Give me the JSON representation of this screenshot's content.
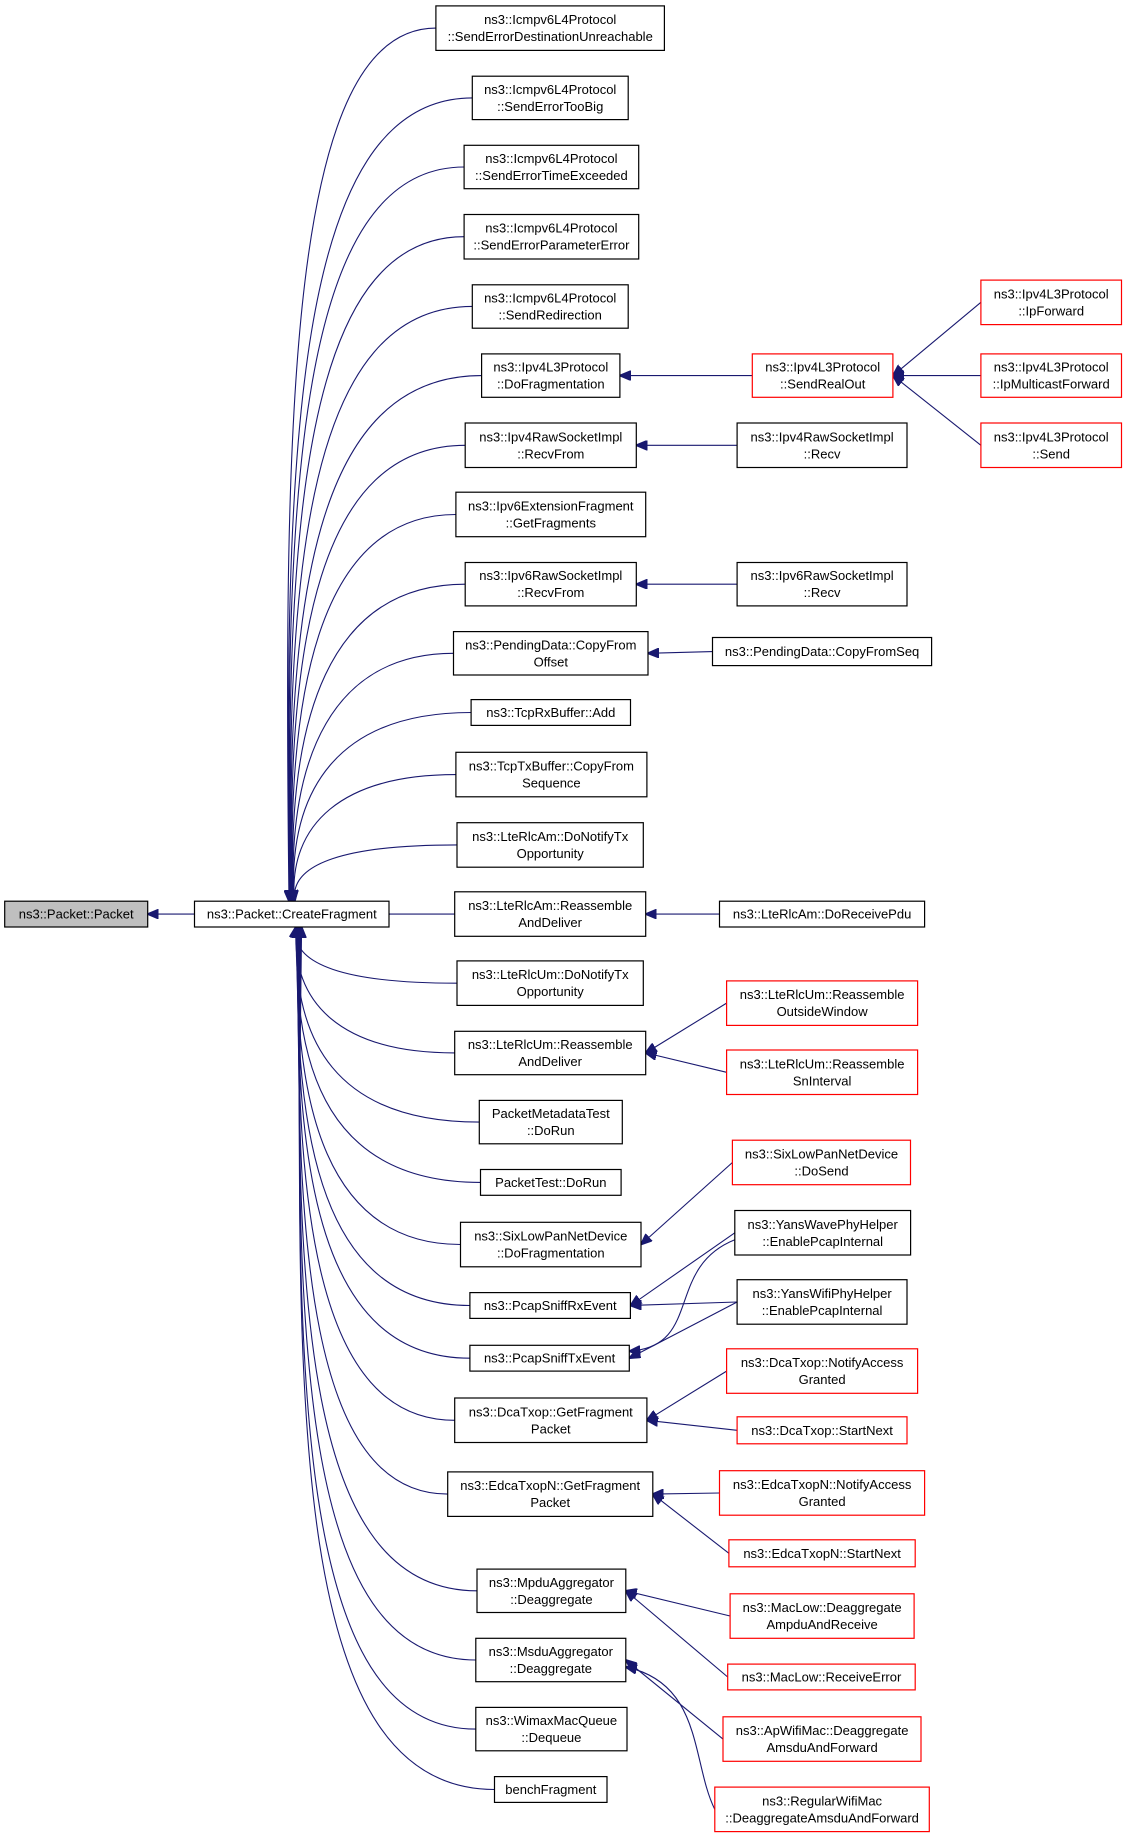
{
  "colors": {
    "edge": "#191970",
    "box_border": "#000000",
    "truncated_border": "#ff0000",
    "root_fill": "#bfbfbf",
    "background": "#ffffff"
  },
  "nodes": [
    {
      "id": "packet",
      "lines": [
        "ns3::Packet::Packet"
      ],
      "kind": "root"
    },
    {
      "id": "createfragment",
      "lines": [
        "ns3::Packet::CreateFragment"
      ],
      "kind": "normal"
    },
    {
      "id": "icmp-dest",
      "lines": [
        "ns3::Icmpv6L4Protocol",
        "::SendErrorDestinationUnreachable"
      ],
      "kind": "normal"
    },
    {
      "id": "icmp-toobig",
      "lines": [
        "ns3::Icmpv6L4Protocol",
        "::SendErrorTooBig"
      ],
      "kind": "normal"
    },
    {
      "id": "icmp-time",
      "lines": [
        "ns3::Icmpv6L4Protocol",
        "::SendErrorTimeExceeded"
      ],
      "kind": "normal"
    },
    {
      "id": "icmp-param",
      "lines": [
        "ns3::Icmpv6L4Protocol",
        "::SendErrorParameterError"
      ],
      "kind": "normal"
    },
    {
      "id": "icmp-redir",
      "lines": [
        "ns3::Icmpv6L4Protocol",
        "::SendRedirection"
      ],
      "kind": "normal"
    },
    {
      "id": "ipv4-dofrag",
      "lines": [
        "ns3::Ipv4L3Protocol",
        "::DoFragmentation"
      ],
      "kind": "normal"
    },
    {
      "id": "ipv4raw-recvfrom",
      "lines": [
        "ns3::Ipv4RawSocketImpl",
        "::RecvFrom"
      ],
      "kind": "normal"
    },
    {
      "id": "ipv6ext-getfrag",
      "lines": [
        "ns3::Ipv6ExtensionFragment",
        "::GetFragments"
      ],
      "kind": "normal"
    },
    {
      "id": "ipv6raw-recvfrom",
      "lines": [
        "ns3::Ipv6RawSocketImpl",
        "::RecvFrom"
      ],
      "kind": "normal"
    },
    {
      "id": "pending-copyfrom",
      "lines": [
        "ns3::PendingData::CopyFrom",
        "Offset"
      ],
      "kind": "normal"
    },
    {
      "id": "tcprx-add",
      "lines": [
        "ns3::TcpRxBuffer::Add"
      ],
      "kind": "normal"
    },
    {
      "id": "tcptx-copyfrom",
      "lines": [
        "ns3::TcpTxBuffer::CopyFrom",
        "Sequence"
      ],
      "kind": "normal"
    },
    {
      "id": "rlcam-notify",
      "lines": [
        "ns3::LteRlcAm::DoNotifyTx",
        "Opportunity"
      ],
      "kind": "normal"
    },
    {
      "id": "rlcam-reassemble",
      "lines": [
        "ns3::LteRlcAm::Reassemble",
        "AndDeliver"
      ],
      "kind": "normal"
    },
    {
      "id": "rlcum-notify",
      "lines": [
        "ns3::LteRlcUm::DoNotifyTx",
        "Opportunity"
      ],
      "kind": "normal"
    },
    {
      "id": "rlcum-reassemble",
      "lines": [
        "ns3::LteRlcUm::Reassemble",
        "AndDeliver"
      ],
      "kind": "normal"
    },
    {
      "id": "pmt-dorun",
      "lines": [
        "PacketMetadataTest",
        "::DoRun"
      ],
      "kind": "normal"
    },
    {
      "id": "pt-dorun",
      "lines": [
        "PacketTest::DoRun"
      ],
      "kind": "normal"
    },
    {
      "id": "sixlow-dofrag",
      "lines": [
        "ns3::SixLowPanNetDevice",
        "::DoFragmentation"
      ],
      "kind": "normal"
    },
    {
      "id": "pcap-rx",
      "lines": [
        "ns3::PcapSniffRxEvent"
      ],
      "kind": "normal"
    },
    {
      "id": "pcap-tx",
      "lines": [
        "ns3::PcapSniffTxEvent"
      ],
      "kind": "normal"
    },
    {
      "id": "dca-getfrag",
      "lines": [
        "ns3::DcaTxop::GetFragment",
        "Packet"
      ],
      "kind": "normal"
    },
    {
      "id": "edca-getfrag",
      "lines": [
        "ns3::EdcaTxopN::GetFragment",
        "Packet"
      ],
      "kind": "normal"
    },
    {
      "id": "mpdu-deagg",
      "lines": [
        "ns3::MpduAggregator",
        "::Deaggregate"
      ],
      "kind": "normal"
    },
    {
      "id": "msdu-deagg",
      "lines": [
        "ns3::MsduAggregator",
        "::Deaggregate"
      ],
      "kind": "normal"
    },
    {
      "id": "wimax-dequeue",
      "lines": [
        "ns3::WimaxMacQueue",
        "::Dequeue"
      ],
      "kind": "normal"
    },
    {
      "id": "bench",
      "lines": [
        "benchFragment"
      ],
      "kind": "normal"
    },
    {
      "id": "ipv4-sendrealout",
      "lines": [
        "ns3::Ipv4L3Protocol",
        "::SendRealOut"
      ],
      "kind": "red"
    },
    {
      "id": "ipv4raw-recv",
      "lines": [
        "ns3::Ipv4RawSocketImpl",
        "::Recv"
      ],
      "kind": "normal"
    },
    {
      "id": "ipv6raw-recv",
      "lines": [
        "ns3::Ipv6RawSocketImpl",
        "::Recv"
      ],
      "kind": "normal"
    },
    {
      "id": "pending-copyfromseq",
      "lines": [
        "ns3::PendingData::CopyFromSeq"
      ],
      "kind": "normal"
    },
    {
      "id": "rlcam-receivepdu",
      "lines": [
        "ns3::LteRlcAm::DoReceivePdu"
      ],
      "kind": "normal"
    },
    {
      "id": "rlcum-outside",
      "lines": [
        "ns3::LteRlcUm::Reassemble",
        "OutsideWindow"
      ],
      "kind": "red"
    },
    {
      "id": "rlcum-sninterval",
      "lines": [
        "ns3::LteRlcUm::Reassemble",
        "SnInterval"
      ],
      "kind": "red"
    },
    {
      "id": "sixlow-dosend",
      "lines": [
        "ns3::SixLowPanNetDevice",
        "::DoSend"
      ],
      "kind": "red"
    },
    {
      "id": "yanswave",
      "lines": [
        "ns3::YansWavePhyHelper",
        "::EnablePcapInternal"
      ],
      "kind": "normal"
    },
    {
      "id": "yanswifi",
      "lines": [
        "ns3::YansWifiPhyHelper",
        "::EnablePcapInternal"
      ],
      "kind": "normal"
    },
    {
      "id": "dca-notify",
      "lines": [
        "ns3::DcaTxop::NotifyAccess",
        "Granted"
      ],
      "kind": "red"
    },
    {
      "id": "dca-startnext",
      "lines": [
        "ns3::DcaTxop::StartNext"
      ],
      "kind": "red"
    },
    {
      "id": "edca-notify",
      "lines": [
        "ns3::EdcaTxopN::NotifyAccess",
        "Granted"
      ],
      "kind": "red"
    },
    {
      "id": "edca-startnext",
      "lines": [
        "ns3::EdcaTxopN::StartNext"
      ],
      "kind": "red"
    },
    {
      "id": "maclow-deagg",
      "lines": [
        "ns3::MacLow::Deaggregate",
        "AmpduAndReceive"
      ],
      "kind": "red"
    },
    {
      "id": "maclow-rxerror",
      "lines": [
        "ns3::MacLow::ReceiveError"
      ],
      "kind": "red"
    },
    {
      "id": "ap-deagg",
      "lines": [
        "ns3::ApWifiMac::Deaggregate",
        "AmsduAndForward"
      ],
      "kind": "red"
    },
    {
      "id": "regular-deagg",
      "lines": [
        "ns3::RegularWifiMac",
        "::DeaggregateAmsduAndForward"
      ],
      "kind": "red"
    },
    {
      "id": "ipv4-ipforward",
      "lines": [
        "ns3::Ipv4L3Protocol",
        "::IpForward"
      ],
      "kind": "red"
    },
    {
      "id": "ipv4-ipmulticast",
      "lines": [
        "ns3::Ipv4L3Protocol",
        "::IpMulticastForward"
      ],
      "kind": "red"
    },
    {
      "id": "ipv4-send",
      "lines": [
        "ns3::Ipv4L3Protocol",
        "::Send"
      ],
      "kind": "red"
    }
  ],
  "edges": [
    [
      "createfragment",
      "packet"
    ],
    [
      "icmp-dest",
      "createfragment"
    ],
    [
      "icmp-toobig",
      "createfragment"
    ],
    [
      "icmp-time",
      "createfragment"
    ],
    [
      "icmp-param",
      "createfragment"
    ],
    [
      "icmp-redir",
      "createfragment"
    ],
    [
      "ipv4-dofrag",
      "createfragment"
    ],
    [
      "ipv4raw-recvfrom",
      "createfragment"
    ],
    [
      "ipv6ext-getfrag",
      "createfragment"
    ],
    [
      "ipv6raw-recvfrom",
      "createfragment"
    ],
    [
      "pending-copyfrom",
      "createfragment"
    ],
    [
      "tcprx-add",
      "createfragment"
    ],
    [
      "tcptx-copyfrom",
      "createfragment"
    ],
    [
      "rlcam-notify",
      "createfragment"
    ],
    [
      "rlcam-reassemble",
      "createfragment"
    ],
    [
      "rlcum-notify",
      "createfragment"
    ],
    [
      "rlcum-reassemble",
      "createfragment"
    ],
    [
      "pmt-dorun",
      "createfragment"
    ],
    [
      "pt-dorun",
      "createfragment"
    ],
    [
      "sixlow-dofrag",
      "createfragment"
    ],
    [
      "pcap-rx",
      "createfragment"
    ],
    [
      "pcap-tx",
      "createfragment"
    ],
    [
      "dca-getfrag",
      "createfragment"
    ],
    [
      "edca-getfrag",
      "createfragment"
    ],
    [
      "mpdu-deagg",
      "createfragment"
    ],
    [
      "msdu-deagg",
      "createfragment"
    ],
    [
      "wimax-dequeue",
      "createfragment"
    ],
    [
      "bench",
      "createfragment"
    ],
    [
      "ipv4-sendrealout",
      "ipv4-dofrag"
    ],
    [
      "ipv4raw-recv",
      "ipv4raw-recvfrom"
    ],
    [
      "ipv6raw-recv",
      "ipv6raw-recvfrom"
    ],
    [
      "pending-copyfromseq",
      "pending-copyfrom"
    ],
    [
      "rlcam-receivepdu",
      "rlcam-reassemble"
    ],
    [
      "rlcum-outside",
      "rlcum-reassemble"
    ],
    [
      "rlcum-sninterval",
      "rlcum-reassemble"
    ],
    [
      "sixlow-dosend",
      "sixlow-dofrag"
    ],
    [
      "yanswave",
      "pcap-rx"
    ],
    [
      "yanswifi",
      "pcap-rx"
    ],
    [
      "yanswave",
      "pcap-tx"
    ],
    [
      "yanswifi",
      "pcap-tx"
    ],
    [
      "dca-notify",
      "dca-getfrag"
    ],
    [
      "dca-startnext",
      "dca-getfrag"
    ],
    [
      "edca-notify",
      "edca-getfrag"
    ],
    [
      "edca-startnext",
      "edca-getfrag"
    ],
    [
      "maclow-deagg",
      "mpdu-deagg"
    ],
    [
      "maclow-rxerror",
      "mpdu-deagg"
    ],
    [
      "ap-deagg",
      "msdu-deagg"
    ],
    [
      "regular-deagg",
      "msdu-deagg"
    ],
    [
      "ipv4-ipforward",
      "ipv4-sendrealout"
    ],
    [
      "ipv4-ipmulticast",
      "ipv4-sendrealout"
    ],
    [
      "ipv4-send",
      "ipv4-sendrealout"
    ]
  ]
}
